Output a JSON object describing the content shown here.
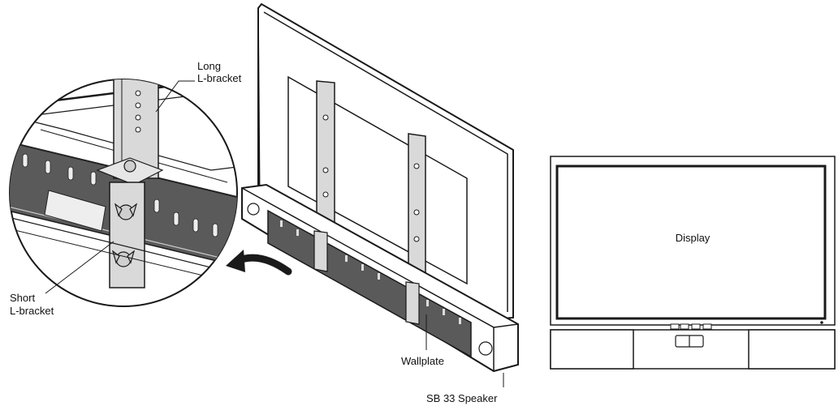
{
  "labels": {
    "long_bracket_line1": "Long",
    "long_bracket_line2": "L-bracket",
    "short_bracket_line1": "Short",
    "short_bracket_line2": "L-bracket",
    "wallplate": "Wallplate",
    "speaker": "SB 33 Speaker",
    "display": "Display"
  },
  "colors": {
    "line": "#1a1a1a",
    "bracket_fill": "#d9d9d9",
    "wallplate_fill": "#5a5a5a",
    "panel_fill": "#ffffff"
  }
}
